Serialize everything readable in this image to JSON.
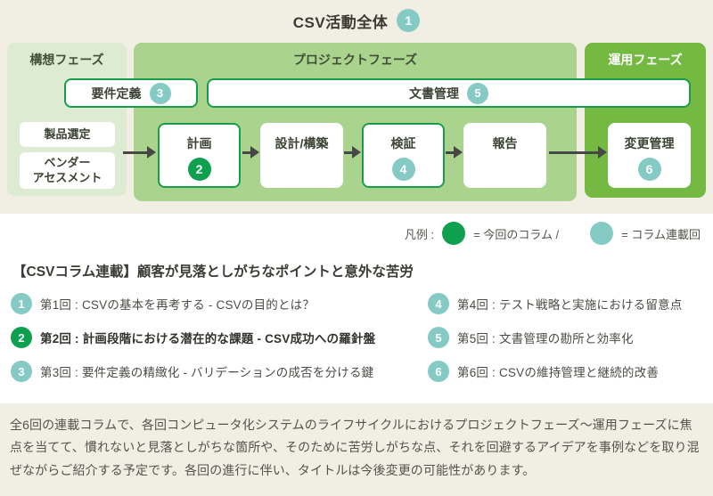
{
  "header": {
    "title": "CSV活動全体",
    "badge": "1"
  },
  "diagram": {
    "phases": [
      {
        "label": "構想フェーズ"
      },
      {
        "label": "プロジェクトフェーズ"
      },
      {
        "label": "運用フェーズ"
      }
    ],
    "span_boxes": [
      {
        "label": "要件定義",
        "badge": "3",
        "badge_type": "series"
      },
      {
        "label": "文書管理",
        "badge": "5",
        "badge_type": "series"
      }
    ],
    "side_boxes": [
      {
        "label": "製品選定"
      },
      {
        "label": "ベンダー\nアセスメント"
      }
    ],
    "flow_boxes": [
      {
        "label": "計画",
        "badge": "2",
        "badge_type": "current",
        "state": "outlined"
      },
      {
        "label": "設計/構築"
      },
      {
        "label": "検証",
        "badge": "4",
        "badge_type": "series",
        "state": "outlined"
      },
      {
        "label": "報告"
      },
      {
        "label": "変更管理",
        "badge": "6",
        "badge_type": "series"
      }
    ]
  },
  "legend": {
    "label": "凡例 :",
    "current_label": "= 今回のコラム /",
    "series_label": "= コラム連載回"
  },
  "series": {
    "heading": "【CSVコラム連載】顧客が見落としがちなポイントと意外な苦労",
    "items": [
      {
        "num": "1",
        "text": "第1回 : CSVの基本を再考する - CSVの目的とは？"
      },
      {
        "num": "2",
        "text": "第2回 : 計画段階における潜在的な課題 - CSV成功への羅針盤",
        "state": "current"
      },
      {
        "num": "3",
        "text": "第3回 : 要件定義の精緻化 - バリデーションの成否を分ける鍵"
      },
      {
        "num": "4",
        "text": "第4回 : テスト戦略と実施における留意点"
      },
      {
        "num": "5",
        "text": "第5回 : 文書管理の勘所と効率化"
      },
      {
        "num": "6",
        "text": "第6回 : CSVの維持管理と継続的改善"
      }
    ]
  },
  "footer": {
    "text": "全6回の連載コラムで、各回コンピュータ化システムのライフサイクルにおけるプロジェクトフェーズ～運用フェーズに焦点を当てて、慣れないと見落としがちな箇所や、そのために苦労しがちな点、それを回避するアイデアを事例などを取り混ぜながらご紹介する予定です。各回の進行に伴い、タイトルは今後変更の可能性があります。"
  },
  "colors": {
    "page_beige": "#f1efe3",
    "phase_concept": "#dcebd1",
    "phase_project": "#aad48d",
    "phase_operation": "#74b942",
    "box_border_green": "#189e4b",
    "badge_current_green": "#0fa04f",
    "badge_series_teal": "#85cac5",
    "arrow_gray": "#474747"
  }
}
